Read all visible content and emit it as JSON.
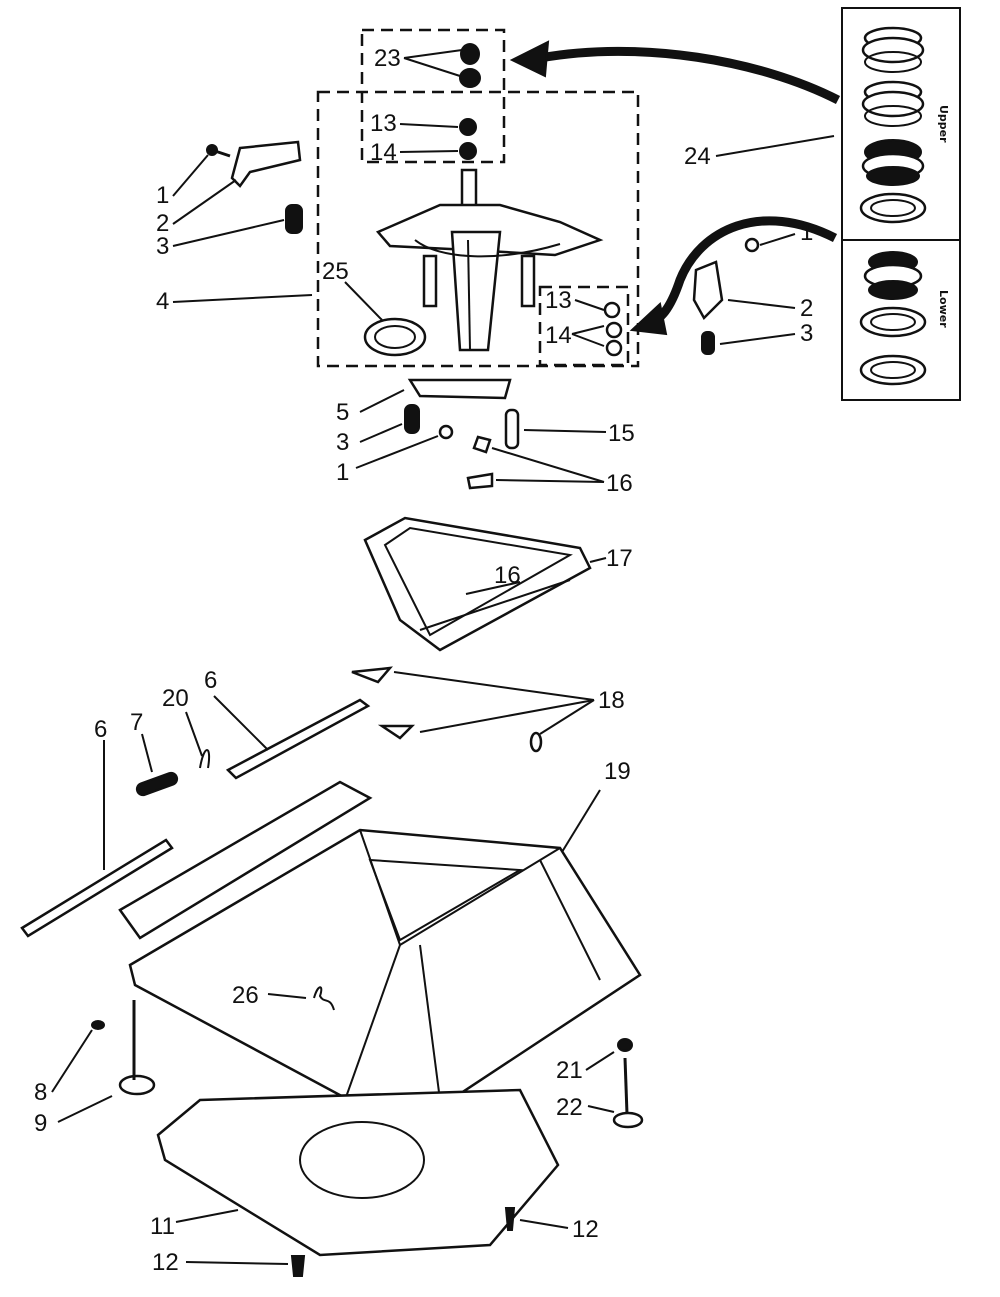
{
  "callouts": {
    "c23": "23",
    "c13a": "13",
    "c14a": "14",
    "c1a": "1",
    "c2a": "2",
    "c3a": "3",
    "c4": "4",
    "c25": "25",
    "c24": "24",
    "c1b": "1",
    "c2b": "2",
    "c3b": "3",
    "c13b": "13",
    "c14b": "14",
    "c5": "5",
    "c3c": "3",
    "c1c": "1",
    "c15": "15",
    "c16a": "16",
    "c16b": "16",
    "c17": "17",
    "c18": "18",
    "c19": "19",
    "c6a": "6",
    "c6b": "6",
    "c7": "7",
    "c20": "20",
    "c26": "26",
    "c8": "8",
    "c9": "9",
    "c21": "21",
    "c22": "22",
    "c11": "11",
    "c12a": "12",
    "c12b": "12"
  },
  "legend": {
    "upper": "Upper",
    "lower": "Lower"
  }
}
